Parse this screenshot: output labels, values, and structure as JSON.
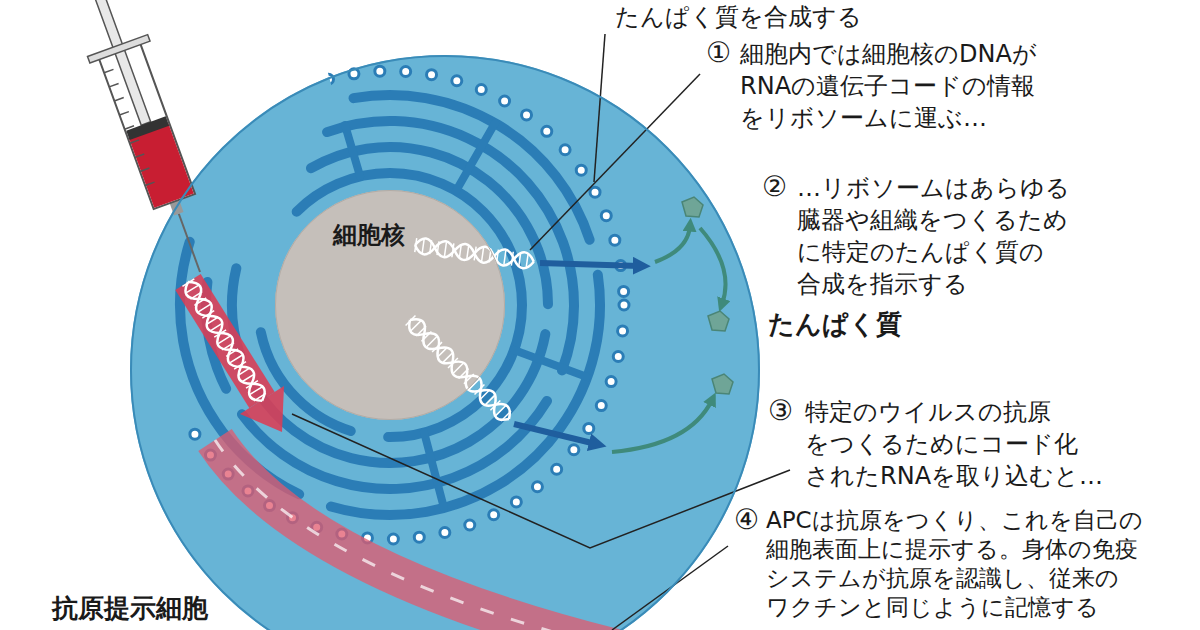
{
  "diagram": {
    "nodes": [
      {
        "text": [
          "抗原提示細胞"
        ]
      },
      {
        "text": [
          "細胞核"
        ],
        "in": 0
      }
    ],
    "labels": [
      "たんぱく質を合成する",
      "①",
      "細胞内では細胞核のDNAが RNAの遺伝子コードの情報 をリボソームに運ぶ…",
      "②",
      "…リボソームはあらゆる 臓器や組織をつくるため に特定のたんぱく質の 合成を指示する",
      "たんぱく質",
      "③",
      "特定のウイルスの抗原 をつくるためにコード化 されたRNAを取り込むと…",
      "④",
      "APCは抗原をつくり、これを自己の 細胞表面上に提示する。身体の免疫 システムが抗原を認識し、従来の ワクチンと同じように記憶する"
    ]
  }
}
